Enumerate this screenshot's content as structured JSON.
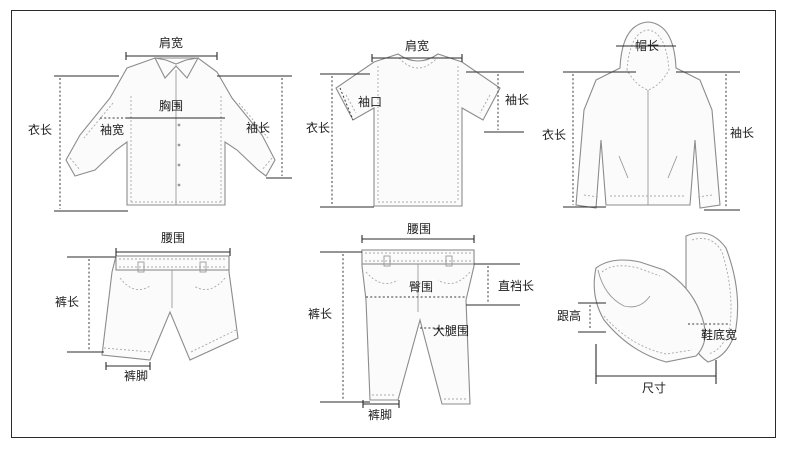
{
  "diagram": {
    "border_color": "#2a2a2a",
    "items": {
      "shirt": {
        "shoulder_width": "肩宽",
        "chest": "胸围",
        "sleeve_width": "袖宽",
        "garment_length": "衣长",
        "sleeve_length": "袖长"
      },
      "tshirt": {
        "shoulder_width": "肩宽",
        "cuff": "袖口",
        "garment_length": "衣长",
        "sleeve_length": "袖长"
      },
      "hoodie": {
        "hood_length": "帽长",
        "garment_length": "衣长",
        "sleeve_length": "袖长"
      },
      "shorts": {
        "waist": "腰围",
        "pants_length": "裤长",
        "leg_opening": "裤脚"
      },
      "trousers": {
        "waist": "腰围",
        "hip": "臀围",
        "rise": "直裆长",
        "thigh": "大腿围",
        "pants_length": "裤长",
        "leg_opening": "裤脚"
      },
      "shoes": {
        "heel_height": "跟高",
        "sole_width": "鞋底宽",
        "size": "尺寸"
      }
    }
  }
}
